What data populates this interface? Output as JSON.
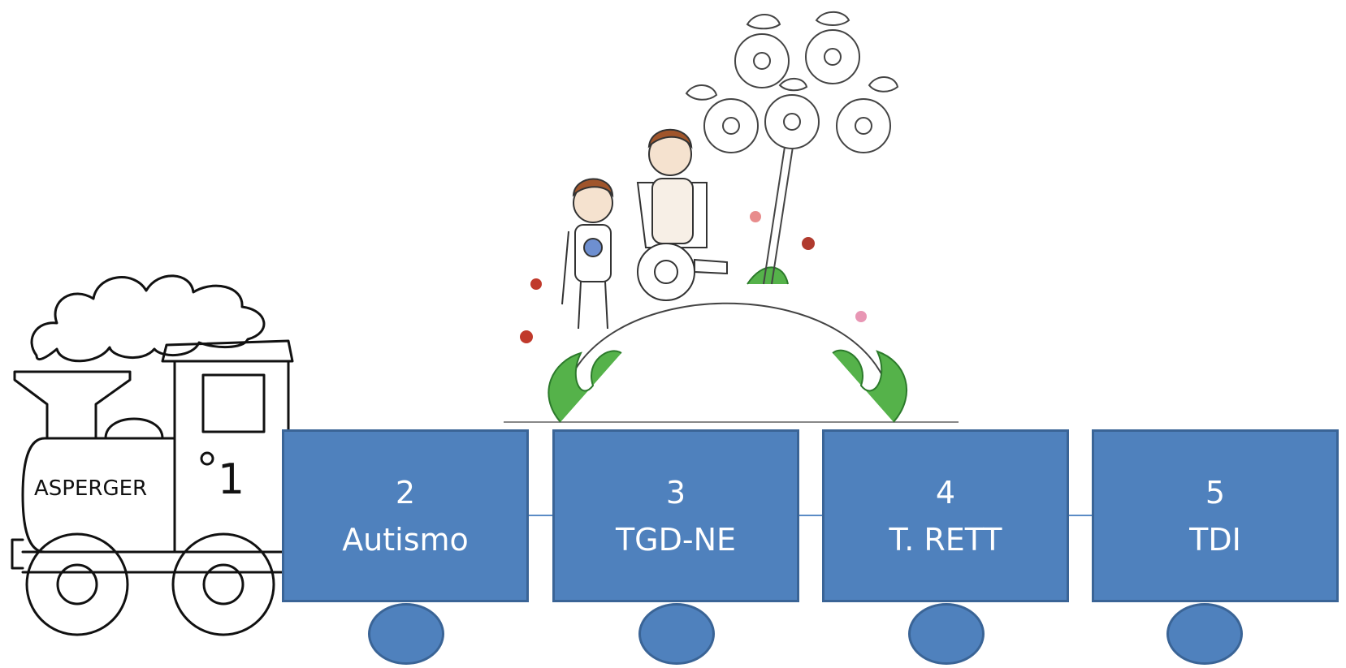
{
  "engine": {
    "label": "ASPERGER",
    "number": "1"
  },
  "wagons": [
    {
      "number": "2",
      "label": "Autismo"
    },
    {
      "number": "3",
      "label": "TGD-NE"
    },
    {
      "number": "4",
      "label": "T. RETT"
    },
    {
      "number": "5",
      "label": "TDI"
    }
  ],
  "colors": {
    "wagon_fill": "#4f81bd",
    "wagon_border": "#3a6496",
    "wagon_text": "#ffffff"
  }
}
